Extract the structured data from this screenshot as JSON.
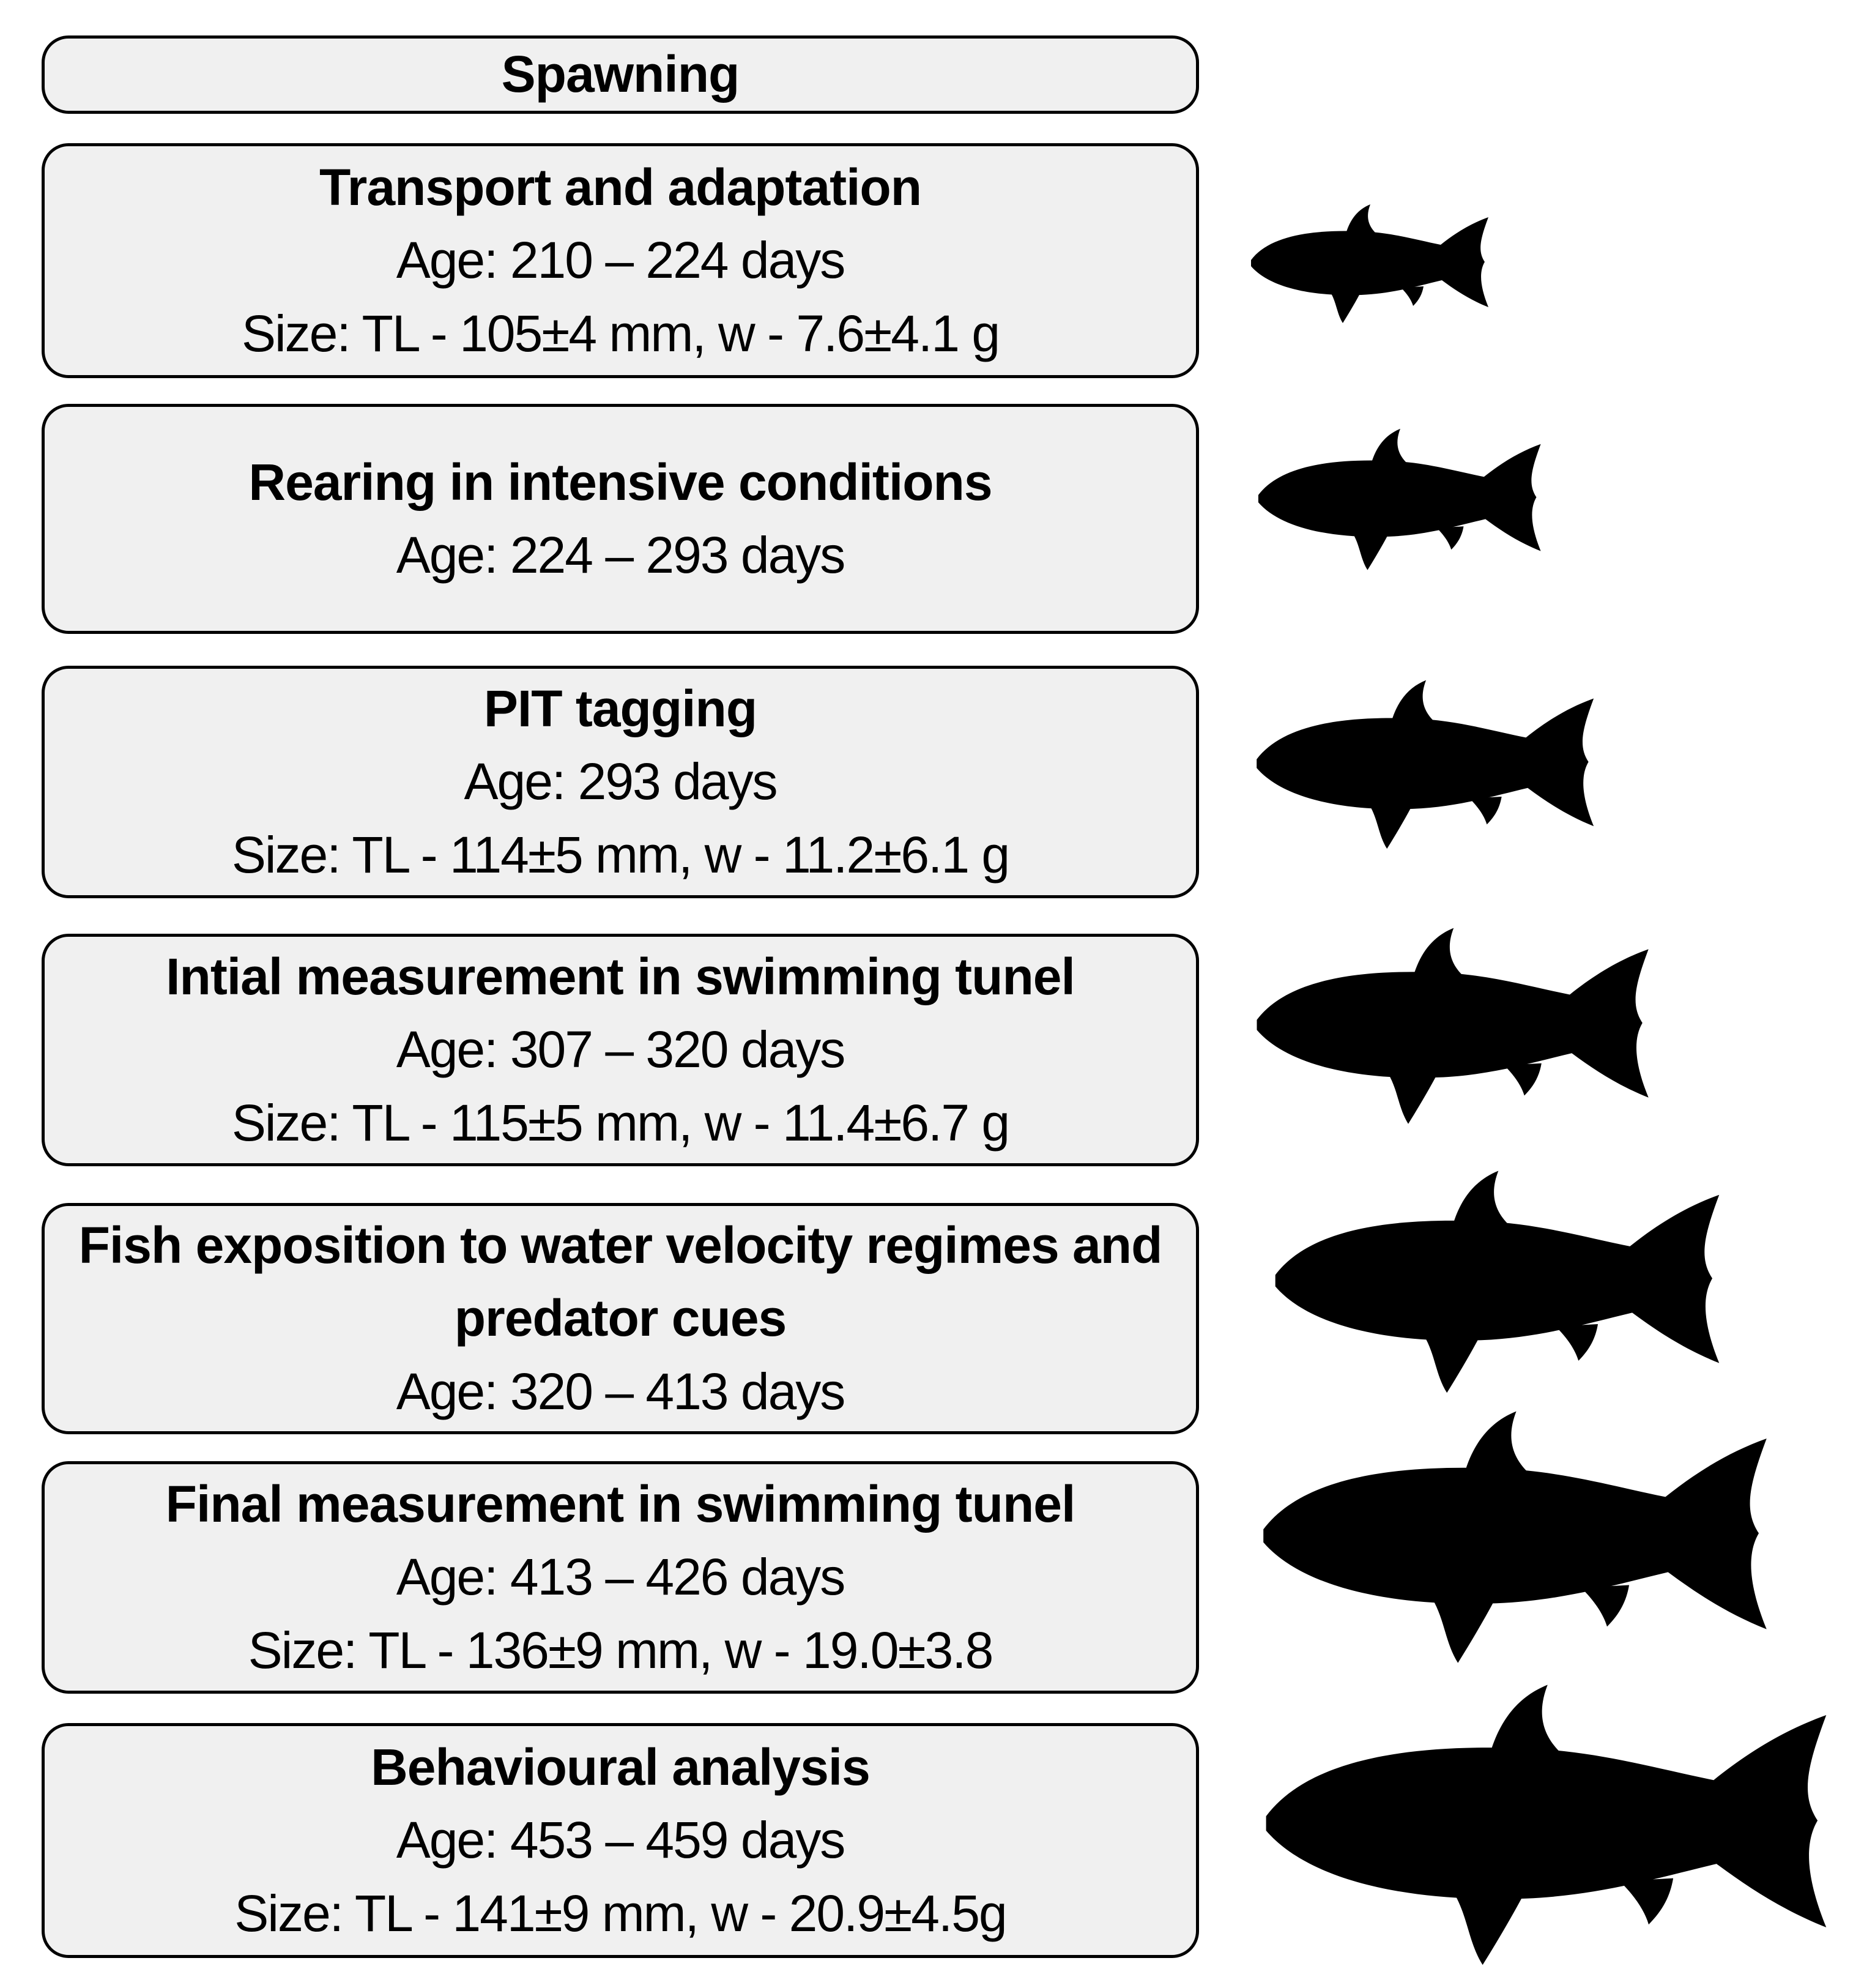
{
  "stages": [
    {
      "title": "Spawning",
      "lines": []
    },
    {
      "title": "Transport and adaptation",
      "lines": [
        "Age: 210 – 224 days",
        "Size: TL - 105±4 mm, w - 7.6±4.1 g"
      ]
    },
    {
      "title": "Rearing in intensive conditions",
      "lines": [
        "Age: 224 – 293 days"
      ]
    },
    {
      "title": "PIT tagging",
      "lines": [
        "Age: 293 days",
        "Size: TL - 114±5 mm, w - 11.2±6.1 g"
      ]
    },
    {
      "title": "Intial measurement in swimming tunel",
      "lines": [
        "Age: 307 – 320 days",
        "Size: TL - 115±5 mm, w - 11.4±6.7 g"
      ]
    },
    {
      "title": "Fish exposition to water velocity regimes and predator cues",
      "lines": [
        "Age: 320 – 413 days"
      ]
    },
    {
      "title": "Final measurement in swimming tunel",
      "lines": [
        "Age: 413 – 426 days",
        "Size: TL - 136±9 mm, w - 19.0±3.8"
      ]
    },
    {
      "title": "Behavioural analysis",
      "lines": [
        "Age: 453 – 459 days",
        "Size: TL - 141±9 mm, w - 20.9±4.5g"
      ]
    }
  ],
  "fish_icons": [
    "fish-icon",
    "fish-icon",
    "fish-icon",
    "fish-icon",
    "fish-icon",
    "fish-icon",
    "fish-icon"
  ],
  "colors": {
    "box_fill": "#f0f0f0",
    "box_border": "#000000",
    "fish": "#000000"
  }
}
